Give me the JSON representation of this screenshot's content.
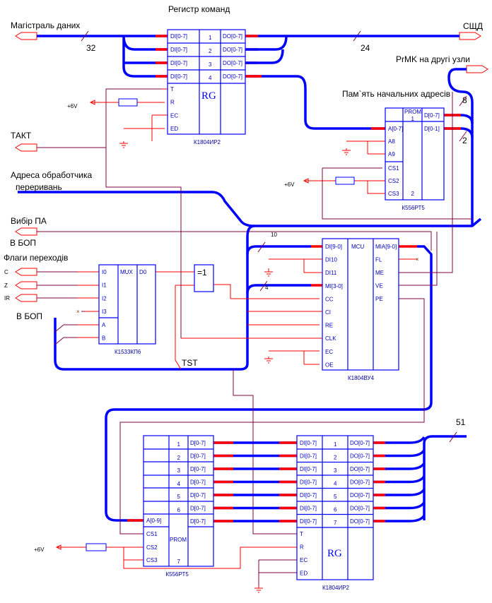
{
  "labels": {
    "register_title": "Регистр команд",
    "data_bus": "Магістраль даних",
    "data_bus_width": "32",
    "sshd": "СЩД",
    "sshd_width": "24",
    "prmk": "PrMK на другі узли",
    "start_addr_mem": "Пам`ять начальних адресів",
    "width_8": "8",
    "width_2": "2",
    "takt": "ТАКТ",
    "irq_addr_1": "Адреса обработчика",
    "irq_addr_2": "переривань",
    "pa_select": "Вибір ПА",
    "to_bop_1": "В  БОП",
    "flags": "Флаги переходів",
    "flag_c": "C",
    "flag_z": "Z",
    "flag_ir": "IR",
    "to_bop_2": "В БОП",
    "tst": "TST",
    "width_10": "10",
    "width_4": "4",
    "width_51": "51",
    "plus6v_1": "+6V",
    "plus6v_2": "+6V",
    "plus6v_3": "+6V",
    "xor": "=1"
  },
  "chips": {
    "rg_top": {
      "part": "К1804ИР2",
      "func": "RG",
      "inputs": [
        "DI[0-7]",
        "DI[0-7]",
        "DI[0-7]",
        "DI[0-7]"
      ],
      "nums": [
        "1",
        "2",
        "3",
        "4"
      ],
      "outputs": [
        "DO[0-7]",
        "DO[0-7]",
        "DO[0-7]",
        "DO[0-7]"
      ],
      "ctrl": [
        "T",
        "R",
        "EC",
        "ED"
      ]
    },
    "prom_top": {
      "part": "К556РТ5",
      "func": "PROM",
      "inputs": [
        "A[0-7]",
        "A8",
        "A9",
        "CS1",
        "CS2",
        "CS3"
      ],
      "nums": [
        "1",
        "2"
      ],
      "outputs": [
        "D[0-7]",
        "D[0-1]"
      ]
    },
    "mux": {
      "part": "К1533КП6",
      "func": "MUX",
      "inputs": [
        "I0",
        "I1",
        "I2",
        "I3",
        "A",
        "B"
      ],
      "outputs": [
        "D0"
      ]
    },
    "mcu": {
      "part": "К1804ВУ4",
      "func": "MCU",
      "inputs": [
        "DI[9-0]",
        "DI10",
        "DI11",
        "MI[3-0]",
        "CC",
        "CI",
        "RE",
        "CLK",
        "EC",
        "OE"
      ],
      "outputs": [
        "MIA[9-0]",
        "FL",
        "ME",
        "VE",
        "PE"
      ]
    },
    "prom_bot": {
      "part": "К556РТ5",
      "func": "PROM",
      "nums": [
        "1",
        "2",
        "3",
        "4",
        "5",
        "6",
        "7"
      ],
      "outputs": [
        "D[0-7]",
        "D[0-7]",
        "D[0-7]",
        "D[0-7]",
        "D[0-7]",
        "D[0-7]",
        "D[0-7]"
      ],
      "inputs": [
        "A[0-9]",
        "CS1",
        "CS2",
        "CS3"
      ]
    },
    "rg_bot": {
      "part": "К1804ИР2",
      "func": "RG",
      "inputs": [
        "DI[0-7]",
        "DI[0-7]",
        "DI[0-7]",
        "DI[0-7]",
        "DI[0-7]",
        "DI[0-7]",
        "DI[0-7]"
      ],
      "nums": [
        "1",
        "2",
        "3",
        "4",
        "5",
        "6",
        "7"
      ],
      "outputs": [
        "DO[0-7]",
        "DO[0-7]",
        "DO[0-7]",
        "DO[0-7]",
        "DO[0-7]",
        "DO[0-7]",
        "DO[0-7]"
      ],
      "ctrl": [
        "T",
        "R",
        "EC",
        "ED"
      ]
    }
  },
  "colors": {
    "bus": "#0000ff",
    "bus_end": "#ff0000",
    "wire": "#800040",
    "signal": "#ff0000"
  }
}
